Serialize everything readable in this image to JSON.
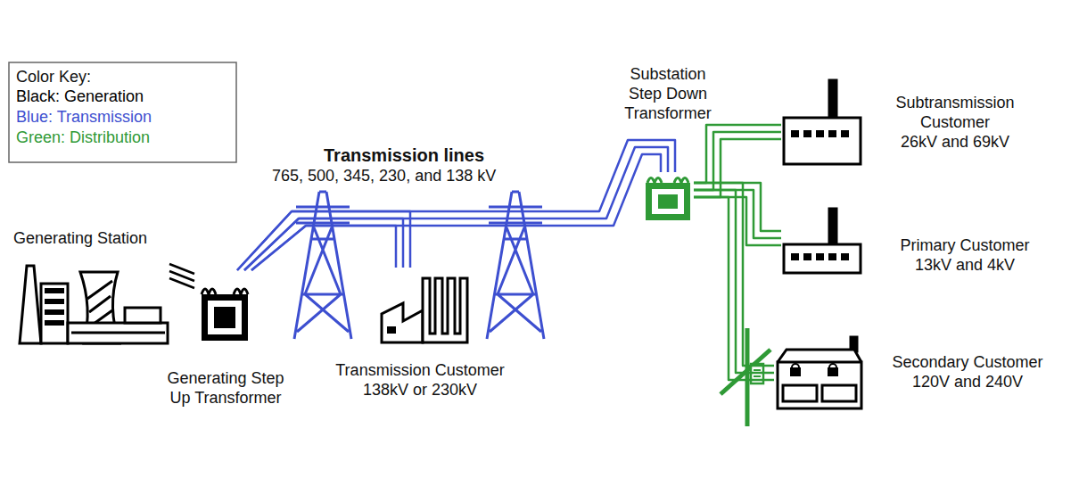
{
  "diagram": {
    "nodes": [
      {
        "text": [
          "Generating Station"
        ]
      },
      {
        "text": [
          "Generating Step Up Transformer"
        ]
      },
      {
        "text": [
          "Transmission Customer",
          "138kV or 230kV"
        ]
      },
      {
        "text": [
          "Substation Step Down Transformer"
        ]
      },
      {
        "text": [
          "Subtransmission Customer",
          "26kV and 69kV"
        ]
      },
      {
        "text": [
          "Primary Customer",
          "13kV and 4kV"
        ]
      },
      {
        "text": [
          "Secondary Customer",
          "120V and 240V"
        ]
      }
    ],
    "edges": [
      {
        "from": 0,
        "to": 1,
        "arrow": "none"
      },
      {
        "from": 1,
        "to": 3,
        "arrow": "none"
      },
      {
        "from": 1,
        "to": 2,
        "arrow": "none"
      },
      {
        "from": 3,
        "to": 4,
        "arrow": "none"
      },
      {
        "from": 3,
        "to": 5,
        "arrow": "none"
      },
      {
        "from": 3,
        "to": 6,
        "arrow": "none"
      }
    ],
    "labels": [
      "Color Key:",
      "Transmission lines",
      "765, 500, 345, 230, and 138 kV"
    ],
    "legend": [
      {
        "text": "Black: Generation",
        "color": "#000000"
      },
      {
        "text": "Blue: Transmission",
        "color": "#3d4fd0"
      },
      {
        "text": "Green: Distribution",
        "color": "#2f9a36"
      }
    ]
  }
}
